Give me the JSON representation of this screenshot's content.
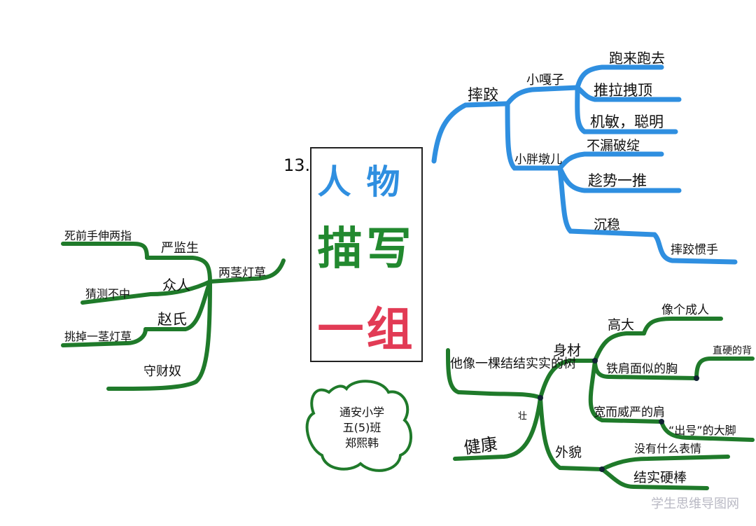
{
  "title": {
    "number": "13.",
    "line1": "人物",
    "line2": "描写",
    "line3": "一组"
  },
  "author": {
    "school": "通安小学",
    "class": "五(5)班",
    "name": "郑熙韩"
  },
  "watermark": "学生思维导图网",
  "branches": {
    "top_right": {
      "root": "摔跤",
      "child1": "小嘎子",
      "child1_items": [
        "跑来跑去",
        "推拉拽顶",
        "机敏，聪明"
      ],
      "child2": "小胖墩儿",
      "child2_items": [
        "不漏破绽",
        "趁势一推",
        "沉稳"
      ],
      "child2_sub": "摔跤惯手"
    },
    "left": {
      "root": "两茎灯草",
      "child1": "严监生",
      "child1_item": "死前手伸两指",
      "child2": "众人",
      "child2_item": "猜测不中",
      "child3": "赵氏",
      "child3_item": "挑掉一茎灯草",
      "child4": "守财奴"
    },
    "bottom_right": {
      "root": "健康",
      "root_prefix": "健",
      "root_suffix": "壮",
      "simile": "他像一棵结结实实的树",
      "child1": "身材",
      "child1_items": [
        "高大",
        "像个成人",
        "铁肩面似的胸",
        "直硬的背",
        "宽而威严的肩",
        "“出号”的大脚"
      ],
      "child2": "外貌",
      "child2_items": [
        "没有什么表情",
        "结实硬棒"
      ]
    }
  },
  "colors": {
    "blue": "#2f8fe0",
    "green": "#1f7a2a",
    "red": "#e23b55"
  }
}
